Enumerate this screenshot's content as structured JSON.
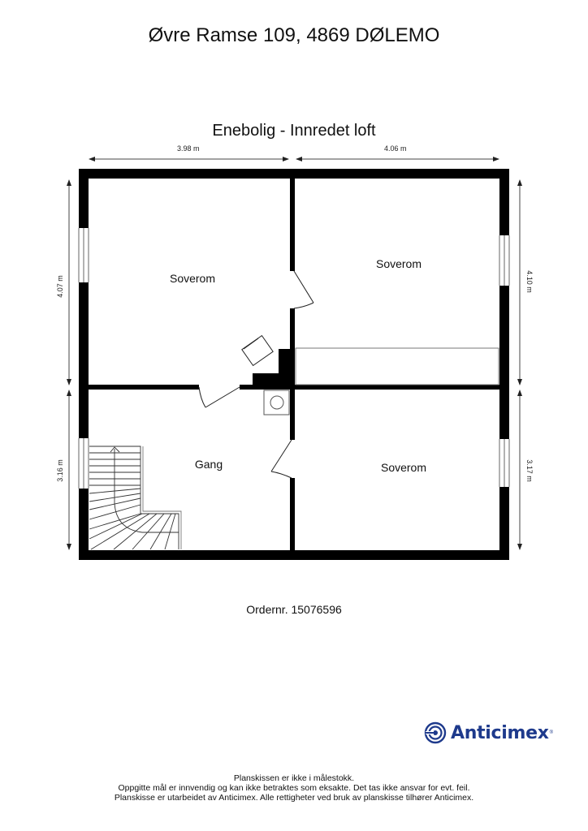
{
  "header": {
    "address": "Øvre Ramse 109, 4869 DØLEMO",
    "plan_title": "Enebolig  - Innredet loft"
  },
  "dimensions": {
    "top_left": "3.98 m",
    "top_right": "4.06 m",
    "left_upper": "4.07 m",
    "left_lower": "3.16 m",
    "right_upper": "4.10 m",
    "right_lower": "3.17 m"
  },
  "rooms": [
    {
      "name": "Soverom",
      "position": "top-left"
    },
    {
      "name": "Soverom",
      "position": "top-right"
    },
    {
      "name": "Gang",
      "position": "bottom-left"
    },
    {
      "name": "Soverom",
      "position": "bottom-right"
    }
  ],
  "symbols": {
    "stairs": "stairs-icon",
    "chimney": "chimney-icon",
    "skylight": "roof-window-icon",
    "drain": "floor-drain-icon"
  },
  "order": {
    "label": "Ordernr. 15076596"
  },
  "brand": {
    "name": "Anticimex",
    "registered": "®",
    "color": "#1e3a8c"
  },
  "footer": {
    "line1": "Planskissen er ikke i målestokk.",
    "line2": "Oppgitte mål er innvendig og kan ikke betraktes som eksakte. Det tas ikke ansvar for evt. feil.",
    "line3": "Planskisse er utarbeidet av Anticimex. Alle rettigheter ved bruk av planskisse tilhører Anticimex."
  },
  "colors": {
    "wall": "#000000",
    "dimension_line": "#333333",
    "background": "#ffffff"
  }
}
